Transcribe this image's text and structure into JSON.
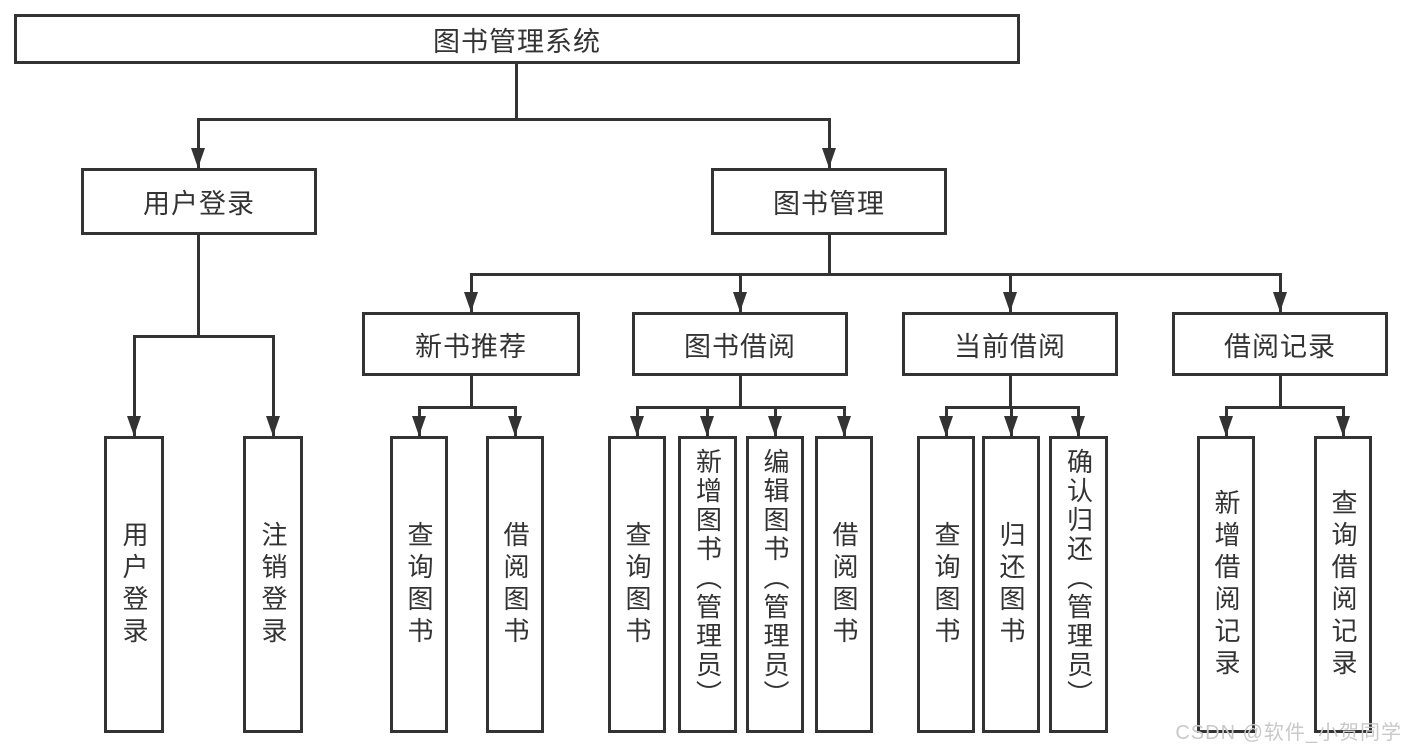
{
  "tree": {
    "root": {
      "label": "图书管理系统"
    },
    "children": [
      {
        "label": "用户登录",
        "children": [
          {
            "label": "用户登录"
          },
          {
            "label": "注销登录"
          }
        ]
      },
      {
        "label": "图书管理",
        "children": [
          {
            "label": "新书推荐",
            "children": [
              {
                "label": "查询图书"
              },
              {
                "label": "借阅图书"
              }
            ]
          },
          {
            "label": "图书借阅",
            "children": [
              {
                "label": "查询图书"
              },
              {
                "label": "新增图书（管理员）"
              },
              {
                "label": "编辑图书（管理员）"
              },
              {
                "label": "借阅图书"
              }
            ]
          },
          {
            "label": "当前借阅",
            "children": [
              {
                "label": "查询图书"
              },
              {
                "label": "归还图书"
              },
              {
                "label": "确认归还（管理员）"
              }
            ]
          },
          {
            "label": "借阅记录",
            "children": [
              {
                "label": "新增借阅记录"
              },
              {
                "label": "查询借阅记录"
              }
            ]
          }
        ]
      }
    ]
  },
  "watermark": {
    "text": "CSDN @软件_小贺同学"
  },
  "colors": {
    "line": "#333333",
    "text": "#333333",
    "box_background": "#ffffff",
    "watermark": "#c9c9c9",
    "background": "#ffffff"
  }
}
